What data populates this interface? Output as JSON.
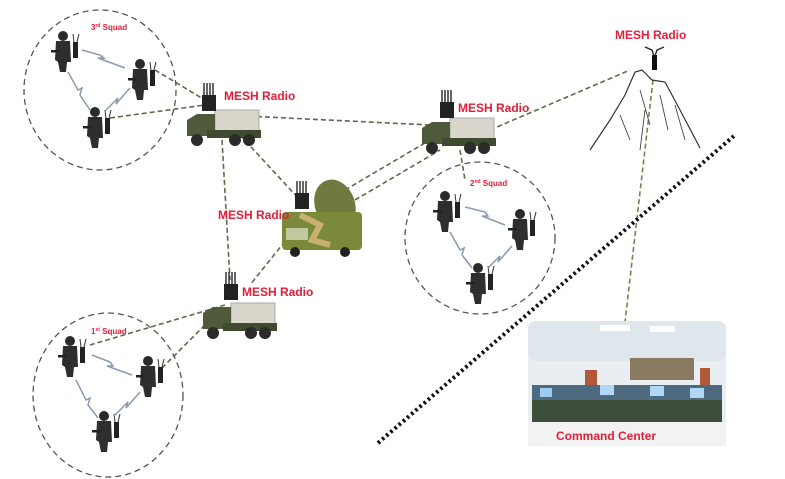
{
  "labels": {
    "radio_truck_top_left": "MESH Radio",
    "radio_truck_top_right": "MESH Radio",
    "radio_mountain": "MESH Radio",
    "radio_center": "MESH Radio",
    "radio_truck_bottom": "MESH Radio"
  },
  "squads": {
    "third": {
      "num": "3",
      "suffix": "rd",
      "name": " Squad"
    },
    "second": {
      "num": "2",
      "suffix": "nd",
      "name": " Squad"
    },
    "first": {
      "num": "1",
      "suffix": "st",
      "name": " Squad"
    }
  },
  "command_center": "Command Center",
  "colors": {
    "label": "#e0203a",
    "link": "#5e6b4a",
    "boundary": "#111111"
  }
}
